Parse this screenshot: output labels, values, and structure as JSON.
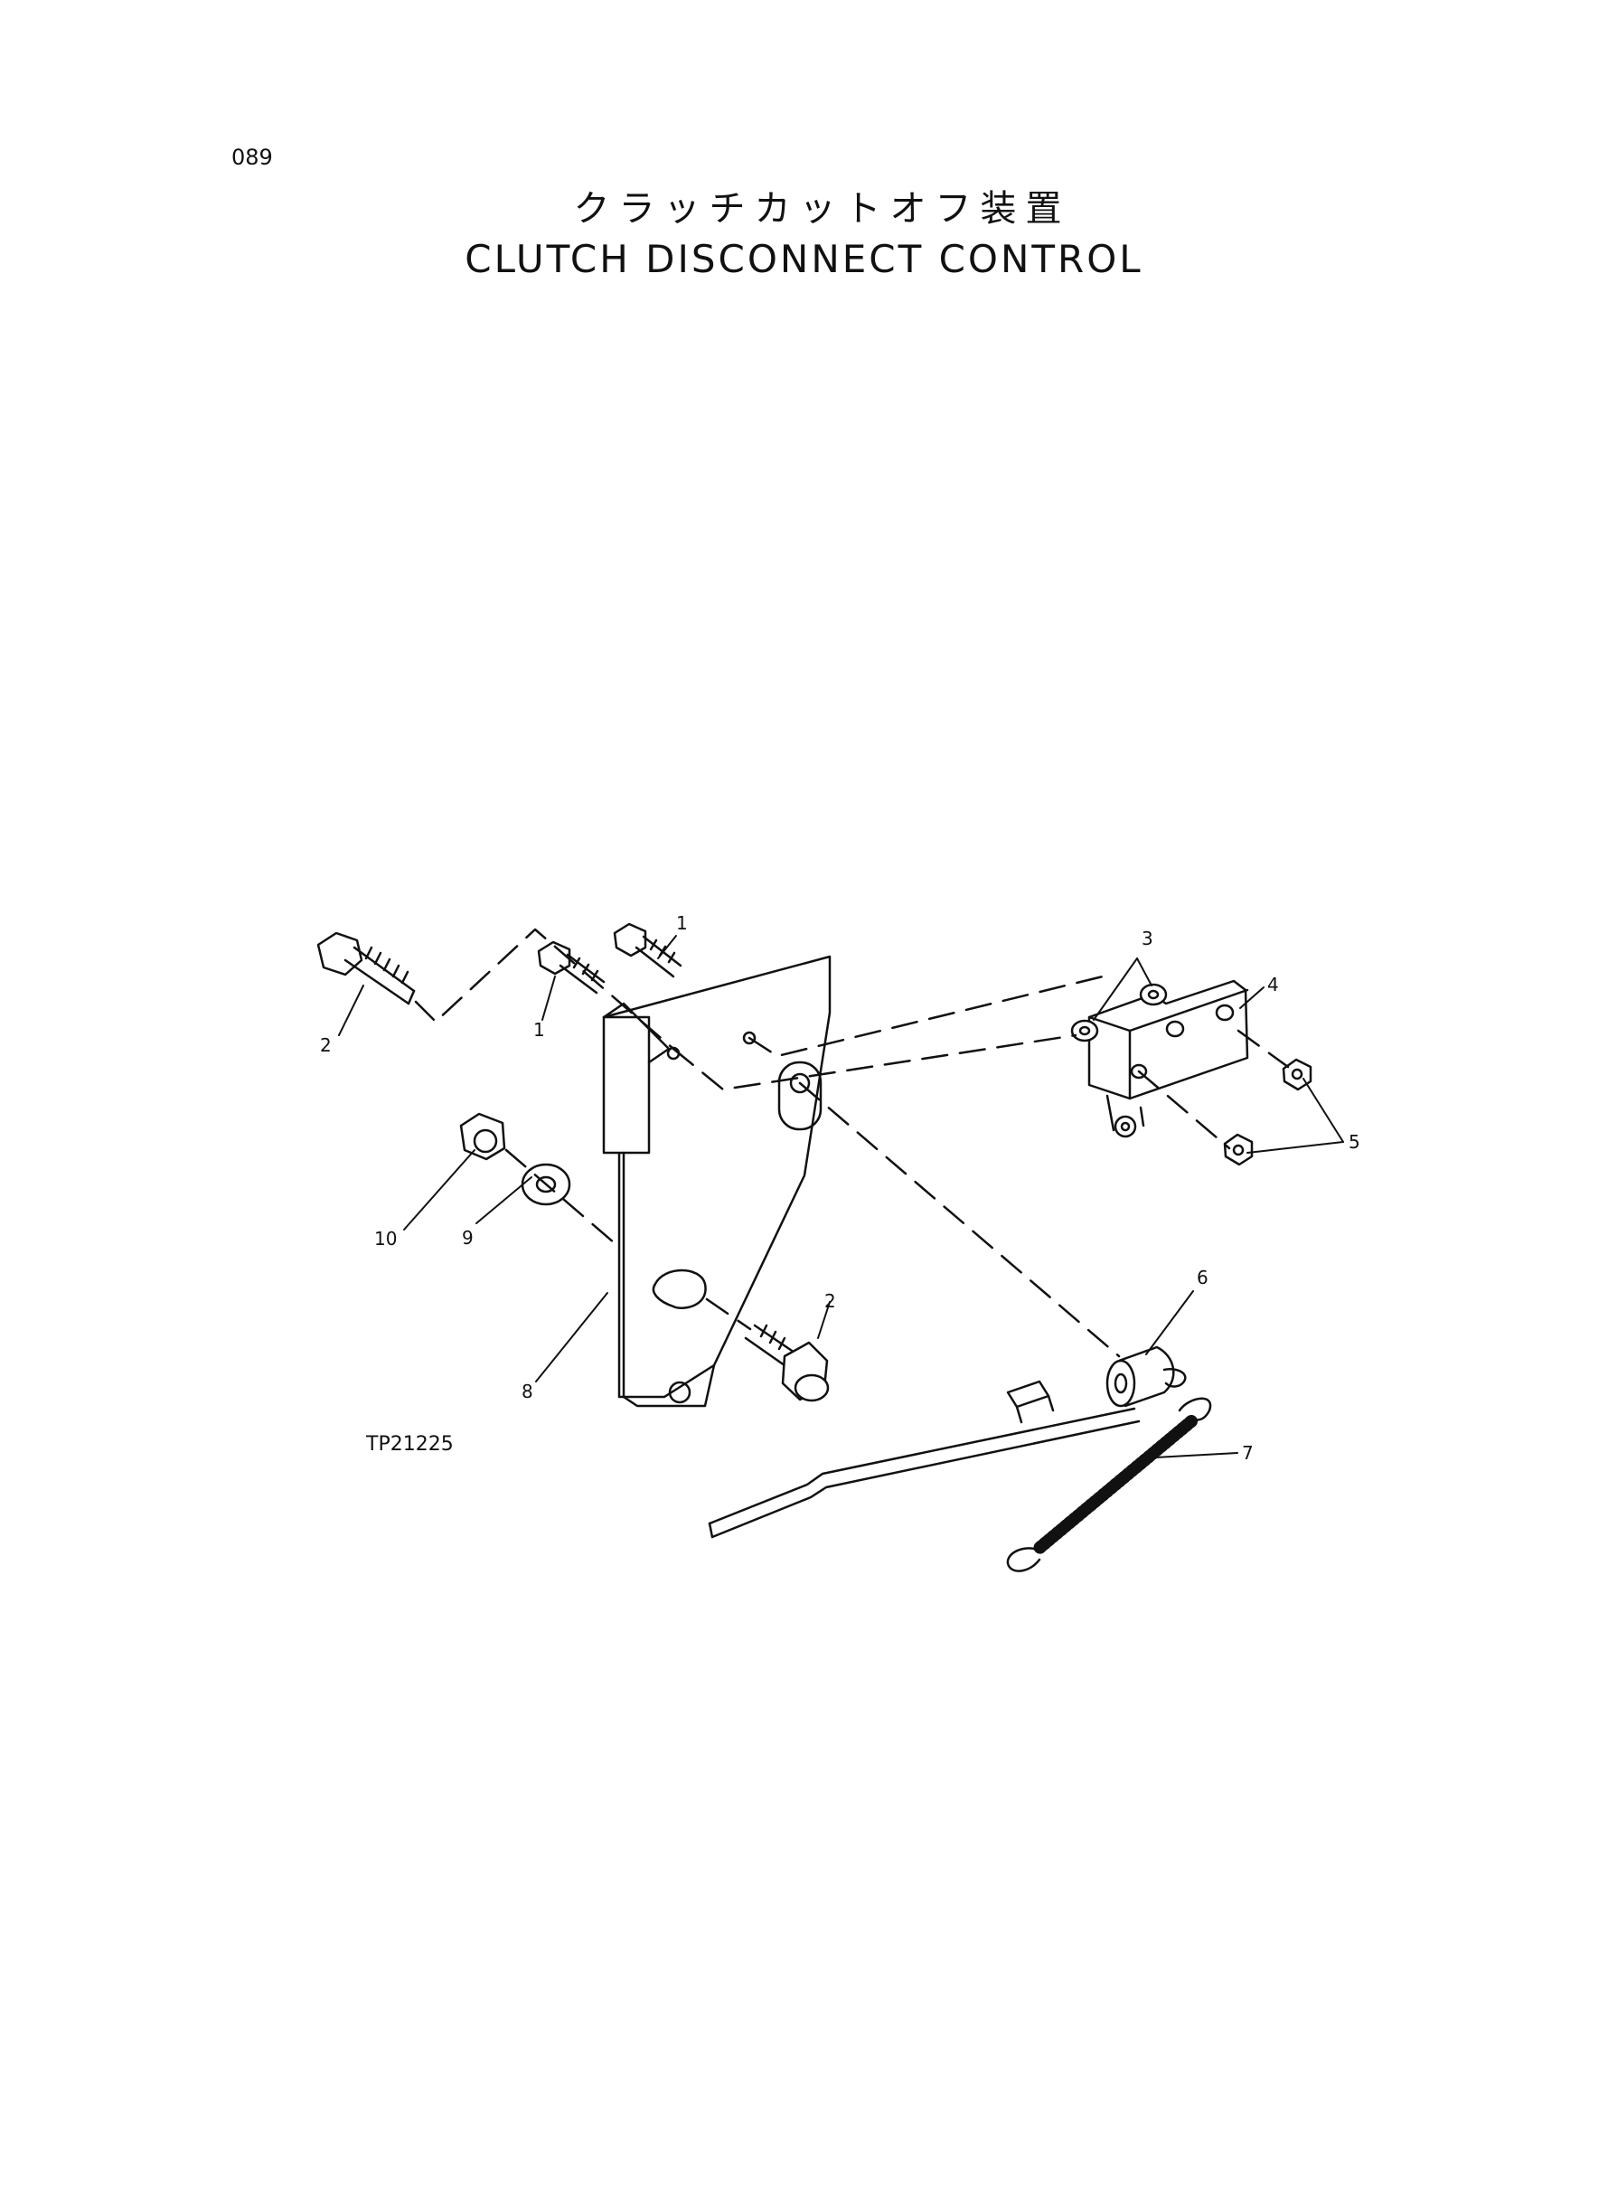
{
  "page": {
    "number": "089",
    "title_jp": "クラッチカットオフ装置",
    "title_en": "CLUTCH DISCONNECT CONTROL",
    "figure_code": "TP21225"
  },
  "callouts": [
    "1",
    "1",
    "2",
    "2",
    "3",
    "4",
    "5",
    "6",
    "7",
    "8",
    "9",
    "10"
  ]
}
